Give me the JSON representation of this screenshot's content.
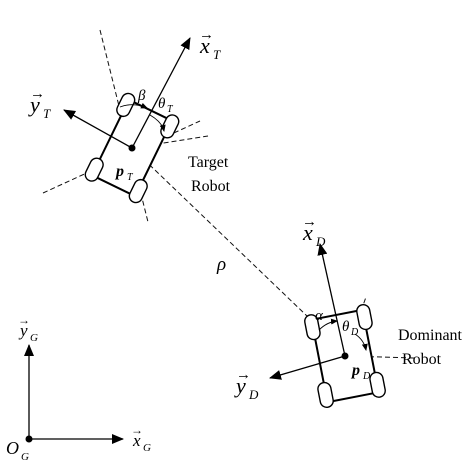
{
  "labels": {
    "x_T": "x",
    "x_T_sub": "T",
    "y_T": "y",
    "y_T_sub": "T",
    "x_D": "x",
    "x_D_sub": "D",
    "y_D": "y",
    "y_D_sub": "D",
    "x_G": "x",
    "x_G_sub": "G",
    "y_G": "y",
    "y_G_sub": "G",
    "origin": "O",
    "origin_sub": "G",
    "p_T": "p",
    "p_T_sub": "T",
    "p_D": "p",
    "p_D_sub": "D",
    "beta": "β",
    "theta_T": "θ",
    "theta_T_sub": "T",
    "alpha": "α",
    "theta_D": "θ",
    "theta_D_sub": "D",
    "rho": "ρ"
  },
  "captions": {
    "target_line1": "Target",
    "target_line2": "Robot",
    "dominant_line1": "Dominant",
    "dominant_line2": "Robot"
  }
}
